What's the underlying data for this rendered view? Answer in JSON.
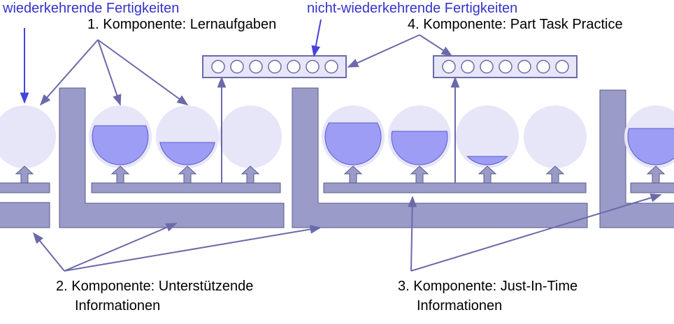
{
  "labels": {
    "recurrent_skills": "wiederkehrende Fertigkeiten",
    "nonrecurrent_skills": "nicht-wiederkehrende Fertigkeiten",
    "component1": "1. Komponente: Lernaufgaben",
    "component4": "4. Komponente: Part Task Practice",
    "component2_line1": "2. Komponente: Unterstützende",
    "component2_line2": "Informationen",
    "component3_line1": "3. Komponente: Just-In-Time",
    "component3_line2": "Informationen"
  },
  "colors": {
    "block_fill": "#9b9bc9",
    "block_stroke": "#5a5a8a",
    "circle_bg": "#e6e6f8",
    "water": "#9d9df5",
    "arrow_blue": "#4444dd",
    "arrow_slate": "#6a6aaa",
    "text_blue": "#3333cc"
  },
  "practice_items": [
    {
      "dot_count": 7
    },
    {
      "dot_count": 7
    }
  ],
  "task_levels": [
    0,
    0.7,
    0.4,
    0,
    0.75,
    0.6,
    0.15,
    0,
    0.65
  ]
}
